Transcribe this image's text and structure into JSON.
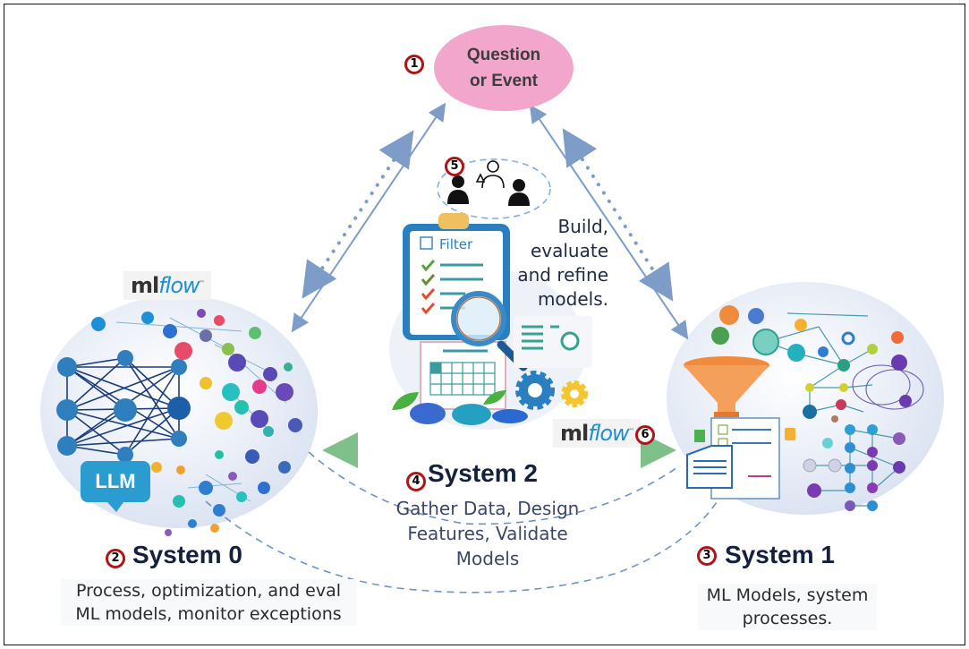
{
  "question": {
    "badge": "1",
    "line1": "Question",
    "line2": "or Event"
  },
  "team": {
    "badge": "5",
    "icons": [
      "doctor-icon",
      "scientist-icon",
      "analyst-icon"
    ],
    "caption_lines": [
      "Build,",
      "evaluate",
      "and refine",
      "models."
    ],
    "illustration": {
      "clipboard_label": "Filter"
    }
  },
  "system0": {
    "badge": "2",
    "title": "System 0",
    "desc_line1": "Process, optimization, and eval",
    "desc_line2": "ML models, monitor exceptions",
    "logo": {
      "ml": "ml",
      "flow": "flow",
      "tm": "™"
    },
    "llm_label": "LLM"
  },
  "system1": {
    "badge": "3",
    "title": "System 1",
    "desc_line1": "ML Models, system",
    "desc_line2": "processes."
  },
  "system2": {
    "badge": "4",
    "title": "System 2",
    "desc_line1": "Gather Data, Design",
    "desc_line2": "Features, Validate",
    "desc_line3": "Models",
    "logo": {
      "ml": "ml",
      "flow": "flow",
      "tm": "™"
    },
    "logo_badge": "6"
  },
  "colors": {
    "question_fill": "#f3a6cb",
    "badge_ring": "#b01515",
    "arrow_blue": "#7d9cc8",
    "arrow_green": "#7fbf8a",
    "title_navy": "#14213d",
    "mlflow_blue": "#1a90d0"
  }
}
